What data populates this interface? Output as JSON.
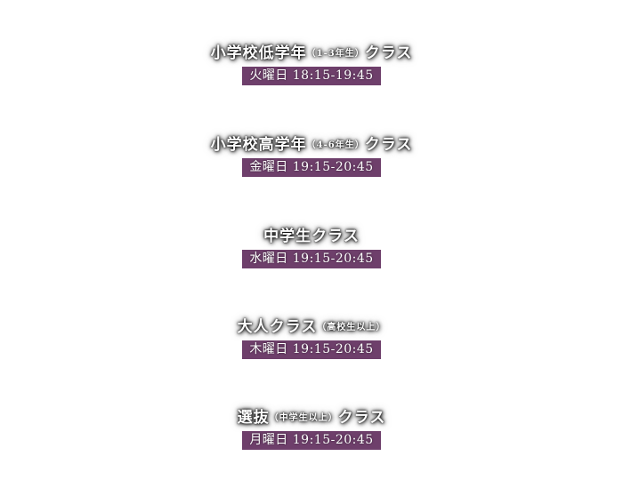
{
  "classes": [
    {
      "name": "小学校低学年",
      "note": "（1-3年生）",
      "suffix": "クラス",
      "schedule": "火曜日 18:15-19:45"
    },
    {
      "name": "小学校高学年",
      "note": "（4-6年生）",
      "suffix": "クラス",
      "schedule": "金曜日 19:15-20:45"
    },
    {
      "name": "中学生クラス",
      "note": "",
      "suffix": "",
      "schedule": "水曜日 19:15-20:45"
    },
    {
      "name": "大人クラス",
      "note": "（高校生以上）",
      "suffix": "",
      "schedule": "木曜日 19:15-20:45"
    },
    {
      "name": "選抜",
      "note": "（中学生以上）",
      "suffix": "クラス",
      "schedule": "月曜日 19:15-20:45"
    }
  ],
  "colors": {
    "badge_background": "#6e3f6b",
    "title_text": "#ffffff",
    "page_background": "#ffffff"
  }
}
